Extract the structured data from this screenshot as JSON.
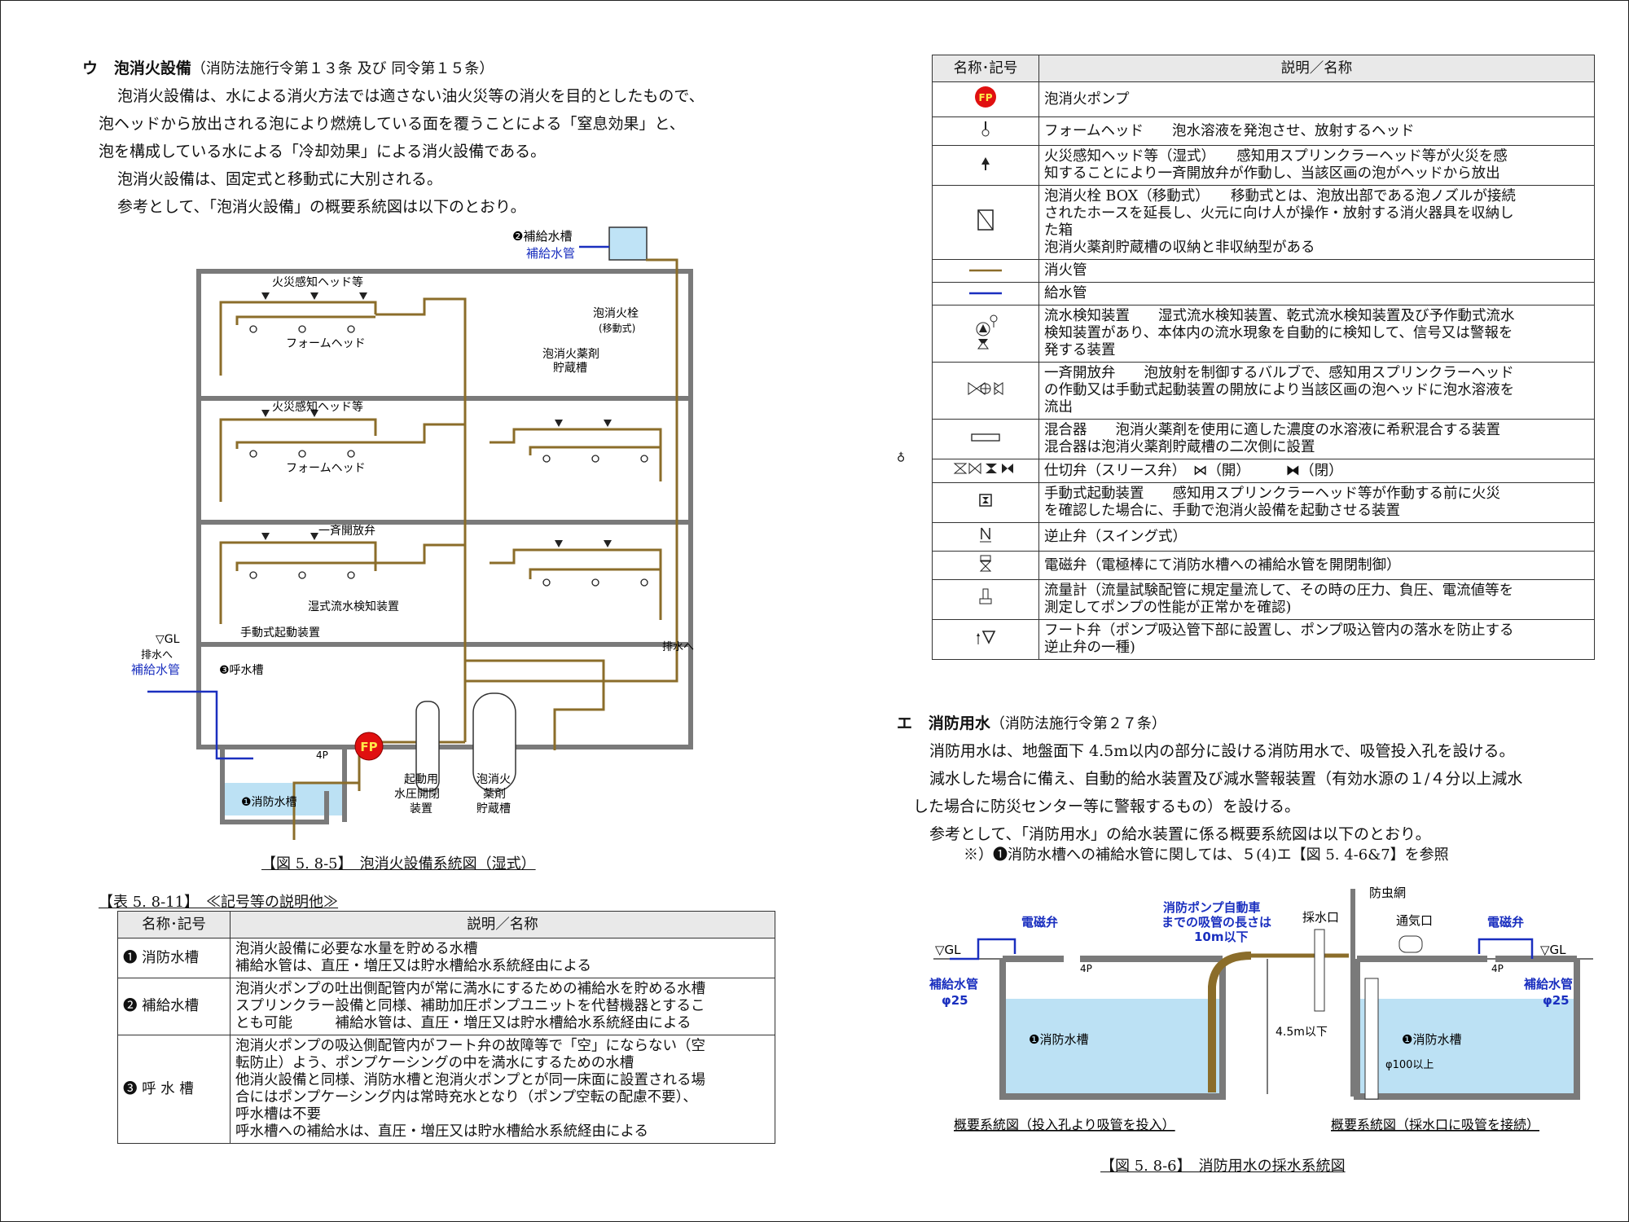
{
  "left": {
    "heading": {
      "mark": "ウ",
      "title": "泡消火設備",
      "law": "（消防法施行令第１３条 及び 同令第１５条）"
    },
    "paragraphs": [
      "泡消火設備は、水による消火方法では適さない油火災等の消火を目的としたもので、",
      "泡ヘッドから放出される泡により燃焼している面を覆うことによる「窒息効果」と、",
      "泡を構成している水による「冷却効果」による消火設備である。",
      "泡消火設備は、固定式と移動式に大別される。",
      "参考として、「泡消火設備」の概要系統図は以下のとおり。"
    ],
    "diagram_labels": {
      "tank2": "❷補給水槽",
      "supply_pipe": "補給水管",
      "fire_head_1": "火災感知ヘッド等",
      "foam_head_1": "フォームヘッド",
      "hydrant": "泡消火栓",
      "hydrant_sub": "(移動式)",
      "chem_tank_a": "泡消火薬剤",
      "chem_tank_b": "貯蔵槽",
      "fire_head_2": "火災感知ヘッド等",
      "foam_head_2": "フォームヘッド",
      "deluge": "一斉開放弁",
      "wet_detect": "湿式流水検知装置",
      "manual_start": "手動式起動装置",
      "gl": "▽GL",
      "drain_left": "排水へ",
      "drain_right": "排水へ",
      "supply_pipe_2": "補給水管",
      "tank3": "❸呼水槽",
      "fp": "FP",
      "four_p": "4P",
      "tank1": "❶消防水槽",
      "pressure_tank_a": "起動用",
      "pressure_tank_b": "水圧開閉",
      "pressure_tank_c": "装置",
      "chem_storage_a": "泡消火",
      "chem_storage_b": "薬剤",
      "chem_storage_c": "貯蔵槽"
    },
    "figure_caption": "【図 5. 8-5】　泡消火設備系統図（湿式）",
    "table_caption": "【表 5. 8-11】　≪記号等の説明他≫",
    "table": {
      "headers": [
        "名称･記号",
        "説明／名称"
      ],
      "rows": [
        {
          "name": "❶ 消防水槽",
          "lines": [
            "泡消火設備に必要な水量を貯める水槽",
            "補給水管は、直圧・増圧又は貯水槽給水系統経由による"
          ]
        },
        {
          "name": "❷ 補給水槽",
          "lines": [
            "泡消火ポンプの吐出側配管内が常に満水にするための補給水を貯める水槽",
            "スプリンクラー設備と同様、補助加圧ポンプユニットを代替機器とするこ",
            "とも可能　　　補給水管は、直圧・増圧又は貯水槽給水系統経由による"
          ]
        },
        {
          "name": "❸ 呼 水 槽",
          "lines": [
            "泡消火ポンプの吸込側配管内がフート弁の故障等で「空」にならない（空",
            "転防止）よう、ポンプケーシングの中を満水にするための水槽",
            "他消火設備と同様、消防水槽と泡消火ポンプとが同一床面に設置される場",
            "合にはポンプケーシング内は常時充水となり（ポンプ空転の配慮不要）、",
            "呼水槽は不要",
            "呼水槽への補給水は、直圧・増圧又は貯水槽給水系統経由による"
          ]
        }
      ]
    }
  },
  "right": {
    "table": {
      "headers": [
        "名称･記号",
        "説明／名称"
      ],
      "rows": [
        {
          "symbol": "fp-pump-icon",
          "lines": [
            "泡消火ポンプ"
          ]
        },
        {
          "symbol": "foam-head-icon",
          "lines": [
            "フォームヘッド　　泡水溶液を発泡させ、放射するヘッド"
          ]
        },
        {
          "symbol": "fire-detect-head-icon",
          "lines": [
            "火災感知ヘッド等（湿式）　　感知用スプリンクラーヘッド等が火災を感",
            "知することにより一斉開放弁が作動し、当該区画の泡がヘッドから放出"
          ]
        },
        {
          "symbol": "foam-hydrant-box-icon",
          "lines": [
            "泡消火栓 BOX（移動式）　　移動式とは、泡放出部である泡ノズルが接続",
            "されたホースを延長し、火元に向け人が操作・放射する消火器具を収納し",
            "た箱",
            "泡消火薬剤貯蔵槽の収納と非収納型がある"
          ]
        },
        {
          "symbol": "fire-pipe-line-icon",
          "lines": [
            "消火管"
          ]
        },
        {
          "symbol": "supply-pipe-line-icon",
          "lines": [
            "給水管"
          ]
        },
        {
          "symbol": "flow-detector-icon",
          "lines": [
            "流水検知装置　　湿式流水検知装置、乾式流水検知装置及び予作動式流水",
            "検知装置があり、本体内の流水現象を自動的に検知して、信号又は警報を",
            "発する装置"
          ]
        },
        {
          "symbol": "deluge-valve-icon",
          "lines": [
            "一斉開放弁　　泡放射を制御するバルブで、感知用スプリンクラーヘッド",
            "の作動又は手動式起動装置の開放により当該区画の泡ヘッドに泡水溶液を",
            "流出"
          ]
        },
        {
          "symbol": "mixer-icon",
          "lines": [
            "混合器　　泡消火薬剤を使用に適した濃度の水溶液に希釈混合する装置",
            "混合器は泡消火薬剤貯蔵槽の二次側に設置"
          ]
        },
        {
          "symbol": "gate-valve-icon",
          "lines": [
            "仕切弁（スリース弁）　⋈（開）　　　⧓（閉）"
          ]
        },
        {
          "symbol": "manual-start-icon",
          "lines": [
            "手動式起動装置　　感知用スプリンクラーヘッド等が作動する前に火災",
            "を確認した場合に、手動で泡消火設備を起動させる装置"
          ]
        },
        {
          "symbol": "check-valve-icon",
          "lines": [
            "逆止弁（スイング式）"
          ]
        },
        {
          "symbol": "solenoid-valve-icon",
          "lines": [
            "電磁弁（電極棒にて消防水槽への補給水管を開閉制御）"
          ]
        },
        {
          "symbol": "flow-meter-icon",
          "lines": [
            "流量計（流量試験配管に規定量流して、その時の圧力、負圧、電流値等を",
            "測定してポンプの性能が正常かを確認)"
          ]
        },
        {
          "symbol": "foot-valve-icon",
          "lines": [
            "フート弁（ポンプ吸込管下部に設置し、ポンプ吸込管内の落水を防止する",
            "逆止弁の一種)"
          ]
        }
      ]
    },
    "heading": {
      "mark": "エ",
      "title": "消防用水",
      "law": "（消防法施行令第２７条）"
    },
    "paragraphs": [
      "消防用水は、地盤面下 4.5m以内の部分に設ける消防用水で、吸管投入孔を設ける。",
      "減水した場合に備え、自動的給水装置及び減水警報装置（有効水源の１/４分以上減水",
      "した場合に防災センター等に警報するもの）を設ける。",
      "参考として、「消防用水」の給水装置に係る概要系統図は以下のとおり。",
      "※）❶消防水槽への補給水管に関しては、５(4)エ【図 5. 4-6&7】を参照"
    ],
    "diagram_labels": {
      "solenoid_left": "電磁弁",
      "gl_left": "▽GL",
      "supply_left_a": "補給水管",
      "supply_left_b": "φ25",
      "four_p_left": "4P",
      "pump_truck_a": "消防ポンプ自動車",
      "pump_truck_b": "までの吸管の長さは",
      "pump_truck_c": "10m以下",
      "tank_left": "❶消防水槽",
      "depth": "4.5m以下",
      "intake": "採水口",
      "insect_net": "防虫網",
      "vent": "通気口",
      "phi100": "φ100以上",
      "solenoid_right": "電磁弁",
      "gl_right": "▽GL",
      "four_p_right": "4P",
      "supply_right_a": "補給水管",
      "supply_right_b": "φ25",
      "tank_right": "❶消防水槽",
      "sub_left": "概要系統図（投入孔より吸管を投入）",
      "sub_right": "概要系統図（採水口に吸管を接続）"
    },
    "figure_caption": "【図 5. 8-6】　消防用水の採水系統図"
  },
  "colors": {
    "fire_pipe": "#8b6d2a",
    "supply_pipe": "#1a2fbf",
    "water": "#3fa9e0",
    "fp_red": "#e01010",
    "wall": "#7a7a7a"
  }
}
